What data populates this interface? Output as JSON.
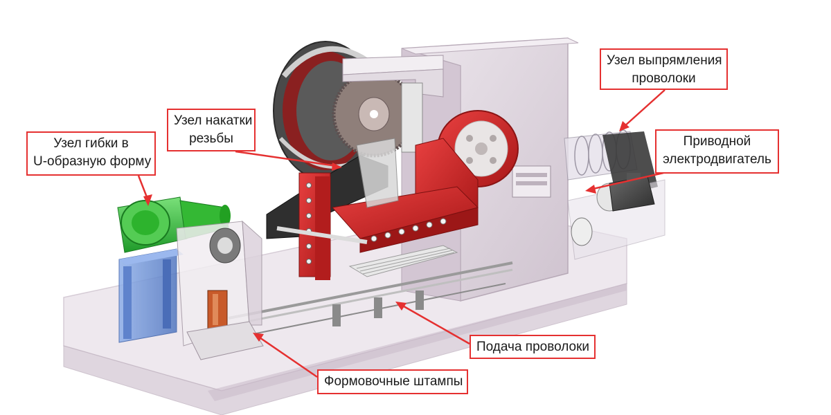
{
  "callouts": {
    "bending_unit": {
      "lines": [
        "Узел гибки в",
        "U-образную форму"
      ]
    },
    "thread_rolling_unit": {
      "lines": [
        "Узел накатки",
        "резьбы"
      ]
    },
    "wire_straightening_unit": {
      "lines": [
        "Узел выпрямления",
        "проволоки"
      ]
    },
    "drive_motor": {
      "lines": [
        "Приводной",
        "электродвигатель"
      ]
    },
    "wire_feed": {
      "lines": [
        "Подача проволоки"
      ]
    },
    "forming_dies": {
      "lines": [
        "Формовочные штампы"
      ]
    }
  },
  "colors": {
    "callout_border": "#e53030",
    "leader": "#e53030",
    "machine_frame": "#ddd3dd",
    "thread_unit_red": "#d32a2a",
    "gearbox_green": "#3cc43c",
    "stand_blue": "#6f93d6"
  }
}
